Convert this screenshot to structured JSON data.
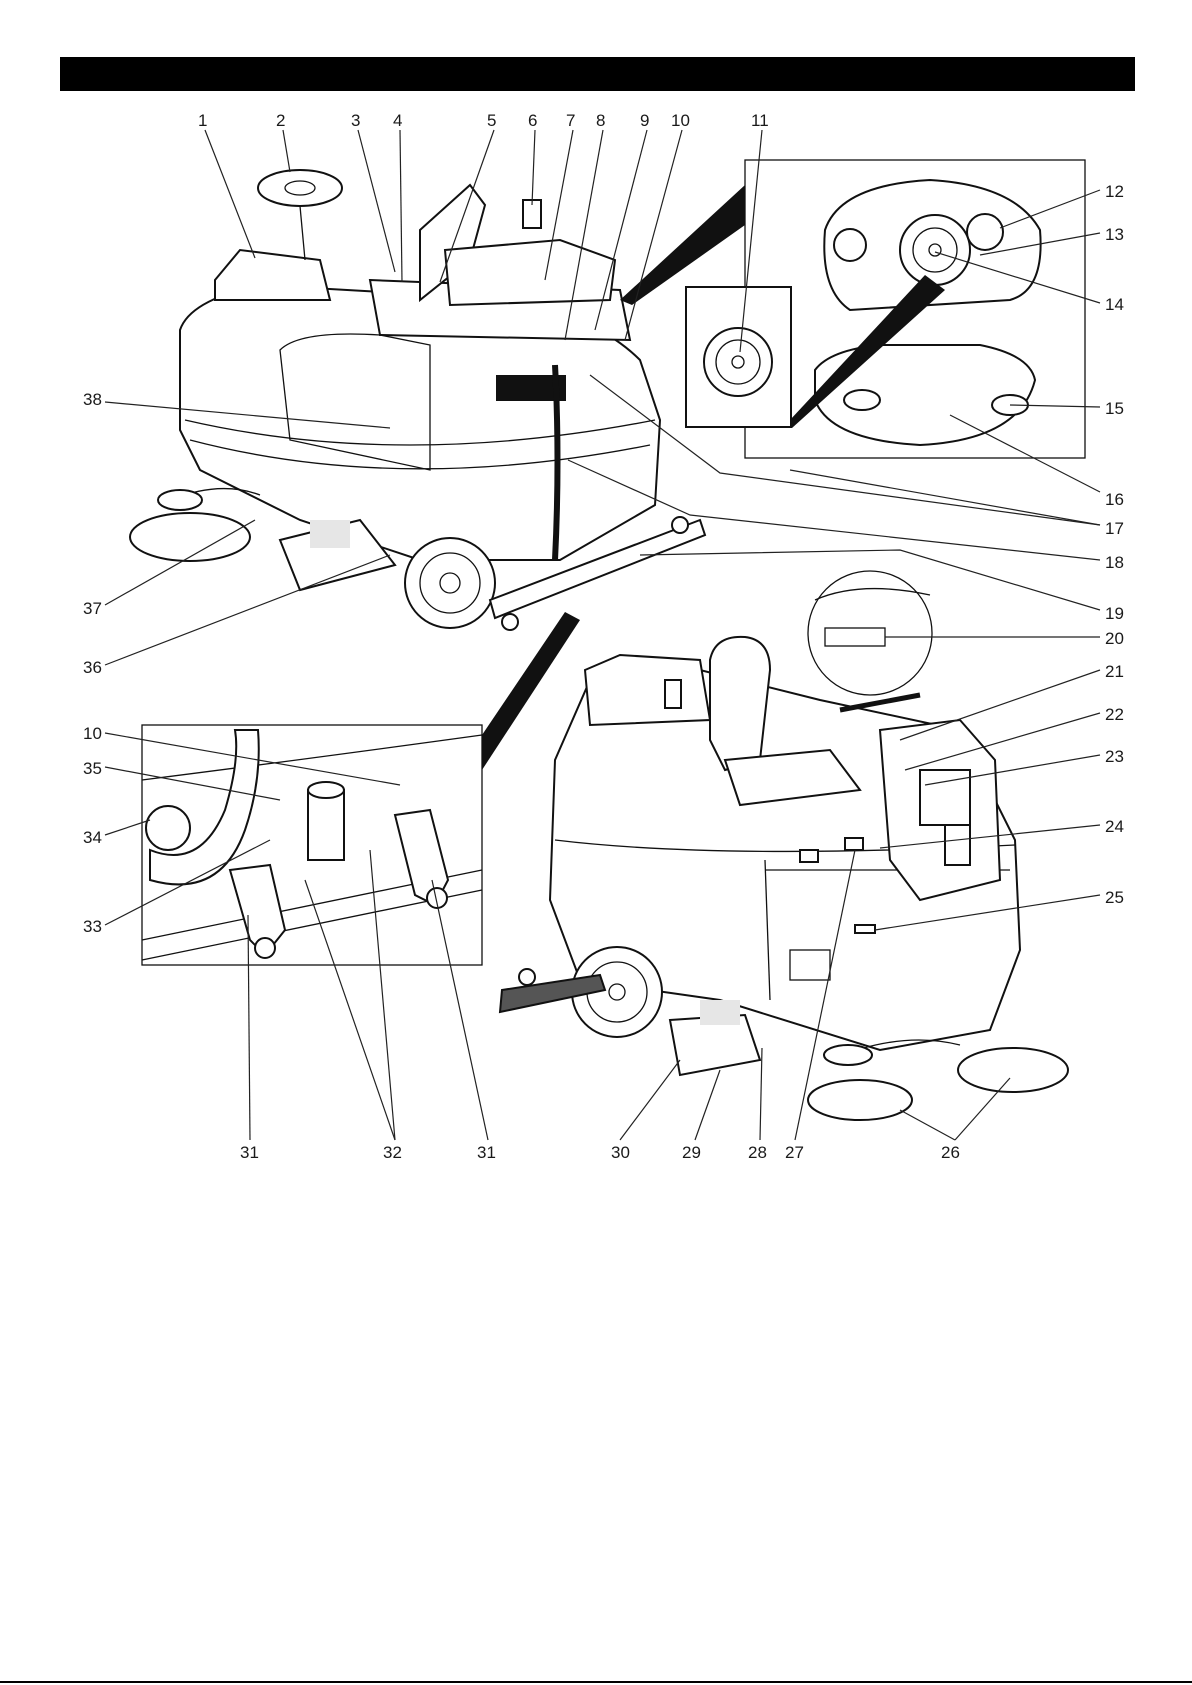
{
  "diagram": {
    "callouts": [
      {
        "id": "c1",
        "label": "1"
      },
      {
        "id": "c2",
        "label": "2"
      },
      {
        "id": "c3",
        "label": "3"
      },
      {
        "id": "c4",
        "label": "4"
      },
      {
        "id": "c5",
        "label": "5"
      },
      {
        "id": "c6",
        "label": "6"
      },
      {
        "id": "c7",
        "label": "7"
      },
      {
        "id": "c8",
        "label": "8"
      },
      {
        "id": "c9",
        "label": "9"
      },
      {
        "id": "c10a",
        "label": "10"
      },
      {
        "id": "c11",
        "label": "11"
      },
      {
        "id": "c12",
        "label": "12"
      },
      {
        "id": "c13",
        "label": "13"
      },
      {
        "id": "c14",
        "label": "14"
      },
      {
        "id": "c15",
        "label": "15"
      },
      {
        "id": "c16",
        "label": "16"
      },
      {
        "id": "c17",
        "label": "17"
      },
      {
        "id": "c18",
        "label": "18"
      },
      {
        "id": "c19",
        "label": "19"
      },
      {
        "id": "c20",
        "label": "20"
      },
      {
        "id": "c21",
        "label": "21"
      },
      {
        "id": "c22",
        "label": "22"
      },
      {
        "id": "c23",
        "label": "23"
      },
      {
        "id": "c24",
        "label": "24"
      },
      {
        "id": "c25",
        "label": "25"
      },
      {
        "id": "c26",
        "label": "26"
      },
      {
        "id": "c27",
        "label": "27"
      },
      {
        "id": "c28",
        "label": "28"
      },
      {
        "id": "c29",
        "label": "29"
      },
      {
        "id": "c30",
        "label": "30"
      },
      {
        "id": "c31a",
        "label": "31"
      },
      {
        "id": "c32",
        "label": "32"
      },
      {
        "id": "c31b",
        "label": "31"
      },
      {
        "id": "c33",
        "label": "33"
      },
      {
        "id": "c34",
        "label": "34"
      },
      {
        "id": "c35",
        "label": "35"
      },
      {
        "id": "c10b",
        "label": "10"
      },
      {
        "id": "c36",
        "label": "36"
      },
      {
        "id": "c37",
        "label": "37"
      },
      {
        "id": "c38",
        "label": "38"
      }
    ]
  }
}
